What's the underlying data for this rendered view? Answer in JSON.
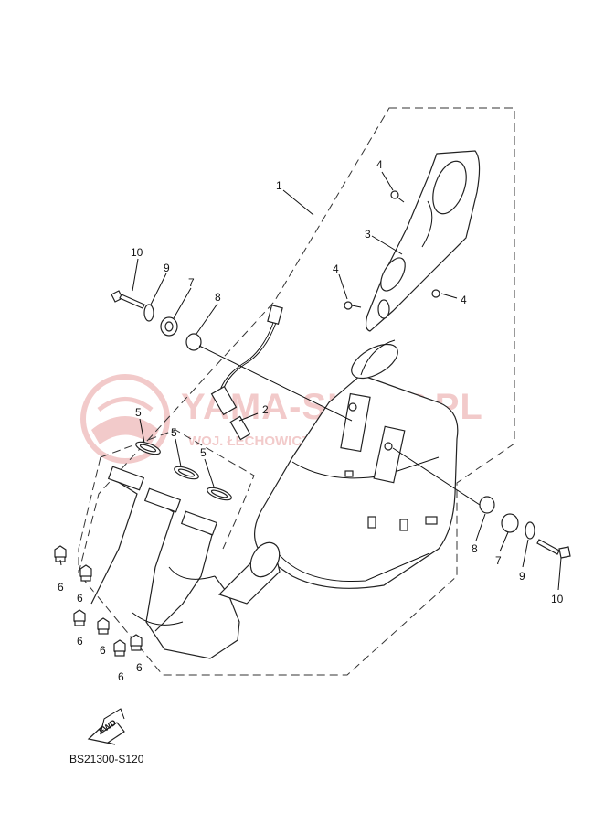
{
  "watermark": {
    "brand": "YAMA-SKLEP.PL",
    "subtitle": "WOJ. ŁECHOWICZ DEALER YAMAHA",
    "color": "#e8a0a0"
  },
  "callouts": {
    "c1": "1",
    "c2": "2",
    "c3": "3",
    "c4a": "4",
    "c4b": "4",
    "c4c": "4",
    "c5a": "5",
    "c5b": "5",
    "c5c": "5",
    "c6a": "6",
    "c6b": "6",
    "c6c": "6",
    "c6d": "6",
    "c6e": "6",
    "c7a": "7",
    "c7b": "7",
    "c8a": "8",
    "c8b": "8",
    "c9a": "9",
    "c9b": "9",
    "c10a": "10",
    "c10b": "10"
  },
  "fwd_label": "FWD",
  "diagram_code": "BS21300-S120"
}
